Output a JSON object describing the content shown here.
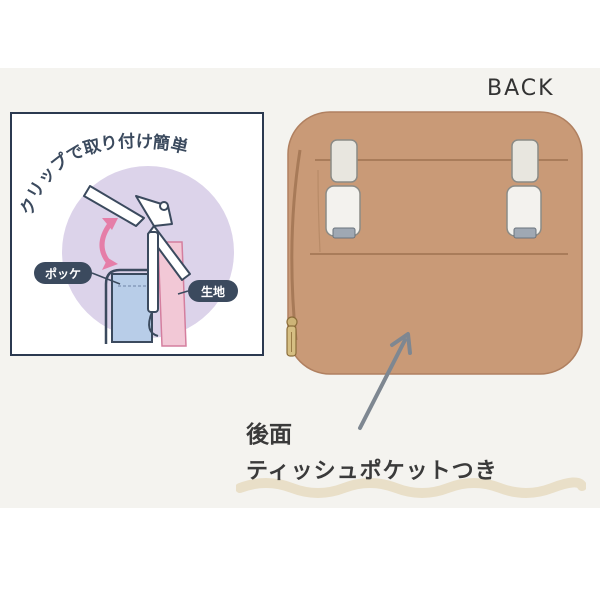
{
  "back_label": "BACK",
  "inset": {
    "headline": "クリップで取り付け簡単",
    "pocket_label": "ポッケ",
    "fabric_label": "生地"
  },
  "caption": {
    "line1": "後面",
    "line2": "ティッシュポケットつき"
  },
  "colors": {
    "pouch": "#c99a77",
    "pouch_dark": "#b98965",
    "inset_border": "#2b3950",
    "circle": "#dcd3ea",
    "arrow_pink": "#e57ea8",
    "pocket_blue": "#b8cde8",
    "squiggle": "#e9dfc8"
  }
}
